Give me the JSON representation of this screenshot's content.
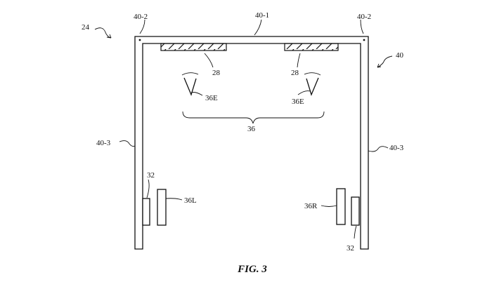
{
  "figure": {
    "caption": "FIG. 3",
    "labels": {
      "device": "24",
      "housing": "40",
      "top_member": "40-1",
      "corner_left": "40-2",
      "corner_right": "40-2",
      "side_left": "40-3",
      "side_right": "40-3",
      "display_left": "28",
      "display_right": "28",
      "eye_left": "36E",
      "eye_right": "36E",
      "eye_group": "36",
      "ear_left": "36L",
      "ear_right": "36R",
      "speaker_left": "32",
      "speaker_right": "32"
    }
  }
}
